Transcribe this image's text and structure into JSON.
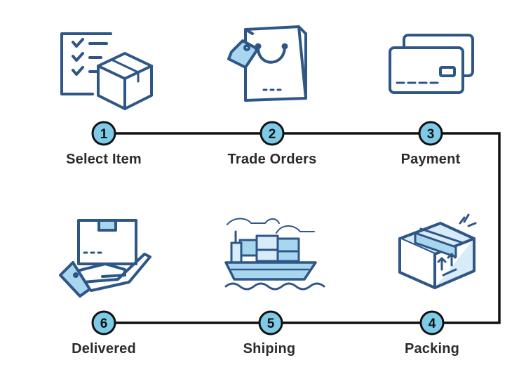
{
  "steps": [
    {
      "number": "1",
      "label": "Select Item",
      "icon": "checklist-box-icon"
    },
    {
      "number": "2",
      "label": "Trade Orders",
      "icon": "shopping-bag-tag-icon"
    },
    {
      "number": "3",
      "label": "Payment",
      "icon": "credit-cards-icon"
    },
    {
      "number": "4",
      "label": "Packing",
      "icon": "sealed-box-icon"
    },
    {
      "number": "5",
      "label": "Shiping",
      "icon": "cargo-ship-icon"
    },
    {
      "number": "6",
      "label": "Delivered",
      "icon": "hand-holding-box-icon"
    }
  ],
  "colors": {
    "icon_stroke": "#2e5686",
    "icon_fill_light": "#d8ebf8",
    "icon_accent": "#a8d6ef",
    "node_fill": "#7ecbe8",
    "connector": "#111111",
    "label_text": "#2b2b2b"
  }
}
